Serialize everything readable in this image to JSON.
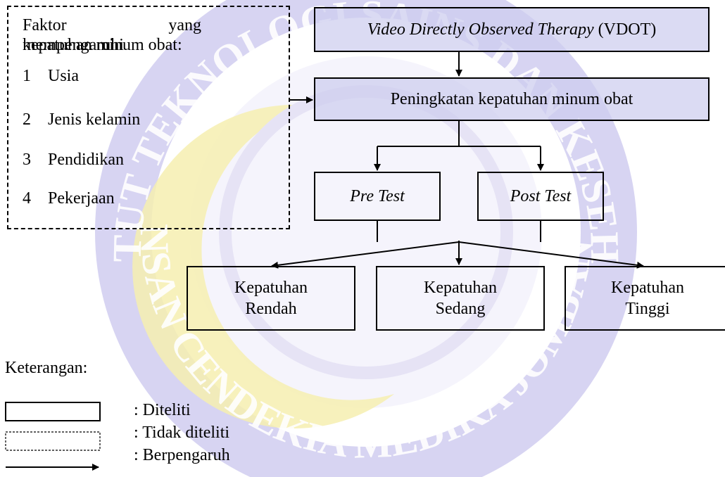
{
  "factors": {
    "title_line1": "Faktor yang mempengaruhi",
    "title_line2": "kepatuhan minum obat:",
    "items": [
      {
        "num": "1",
        "label": "Usia"
      },
      {
        "num": "2",
        "label": "Jenis kelamin"
      },
      {
        "num": "3",
        "label": "Pendidikan"
      },
      {
        "num": "4",
        "label": "Pekerjaan"
      }
    ]
  },
  "vdot": {
    "italic": "Video Directly Observed Therapy",
    "abbr": "(VDOT)"
  },
  "peningkatan": "Peningkatan kepatuhan minum obat",
  "pre_test": "Pre Test",
  "post_test": "Post Test",
  "outcomes": [
    {
      "line1": "Kepatuhan",
      "line2": "Rendah"
    },
    {
      "line1": "Kepatuhan",
      "line2": "Sedang"
    },
    {
      "line1": "Kepatuhan",
      "line2": "Tinggi"
    }
  ],
  "legend": {
    "title": "Keterangan:",
    "diteliti": ": Diteliti",
    "tidak_diteliti": ": Tidak diteliti",
    "berpengaruh": ": Berpengaruh"
  },
  "watermark": {
    "text_arc": "INSTITUT TEKNOLOGI SAINS DAN KESEHATAN",
    "text_bottom": "INSAN CENDEKIA MEDIKA JOMBANG",
    "color_ring": "#c6c2ec",
    "color_gold": "#f6eeb0"
  }
}
